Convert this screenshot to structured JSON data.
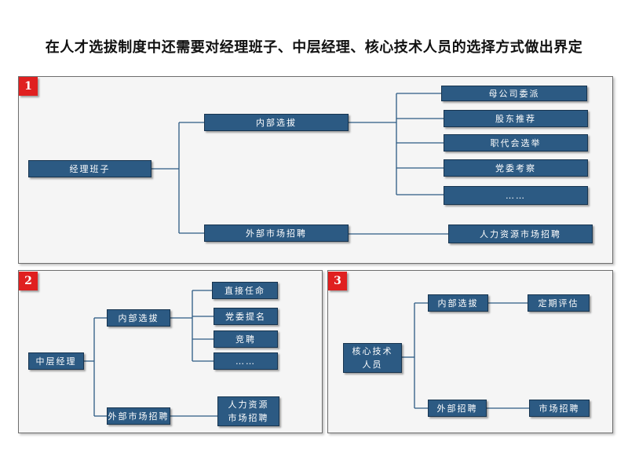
{
  "title": "在人才选拔制度中还需要对经理班子、中层经理、核心技术人员的选择方式做出界定",
  "panels": [
    {
      "badge": "1",
      "root": "经理班子",
      "internal": "内部选拔",
      "internal_children": [
        "母公司委派",
        "股东推荐",
        "职代会选举",
        "党委考察",
        "……"
      ],
      "external": "外部市场招聘",
      "external_child": "人力资源市场招聘"
    },
    {
      "badge": "2",
      "root": "中层经理",
      "internal": "内部选拔",
      "internal_children": [
        "直接任命",
        "党委提名",
        "竞聘",
        "……"
      ],
      "external": "外部市场招聘",
      "external_child": "人力资源\n市场招聘"
    },
    {
      "badge": "3",
      "root": "核心技术\n人员",
      "internal": "内部选拔",
      "internal_child": "定期评估",
      "external": "外部招聘",
      "external_child": "市场招聘"
    }
  ],
  "colors": {
    "node": "#2c5a83",
    "badge": "#e02020",
    "panel_bg": "#f5f5f5"
  }
}
